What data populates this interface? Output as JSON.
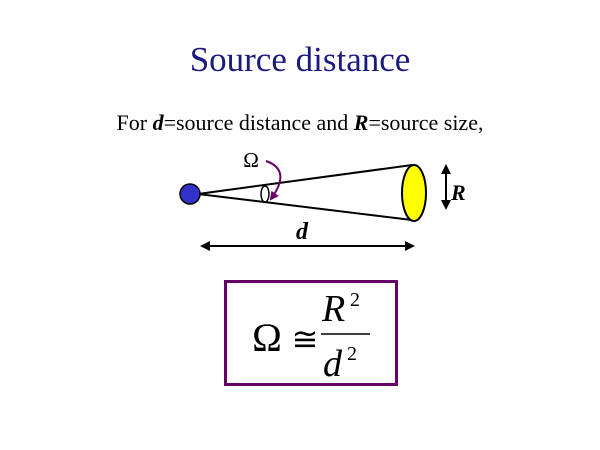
{
  "title": "Source distance",
  "subtitle": {
    "prefix": "For ",
    "var_d": "d",
    "mid1": "=source distance and ",
    "var_R": "R",
    "mid2": "=source size,"
  },
  "diagram": {
    "omega_label": "Ω",
    "R_label": "R",
    "d_label": "d"
  },
  "formula": {
    "lhs": "Ω",
    "relation": "≅",
    "numerator": "R",
    "numerator_exp": "2",
    "denominator": "d",
    "denominator_exp": "2"
  },
  "colors": {
    "title": "#1a1a80",
    "source_dot": "#3333cc",
    "target": "#ffff00",
    "box": "#660066",
    "arrow": "#660066"
  }
}
